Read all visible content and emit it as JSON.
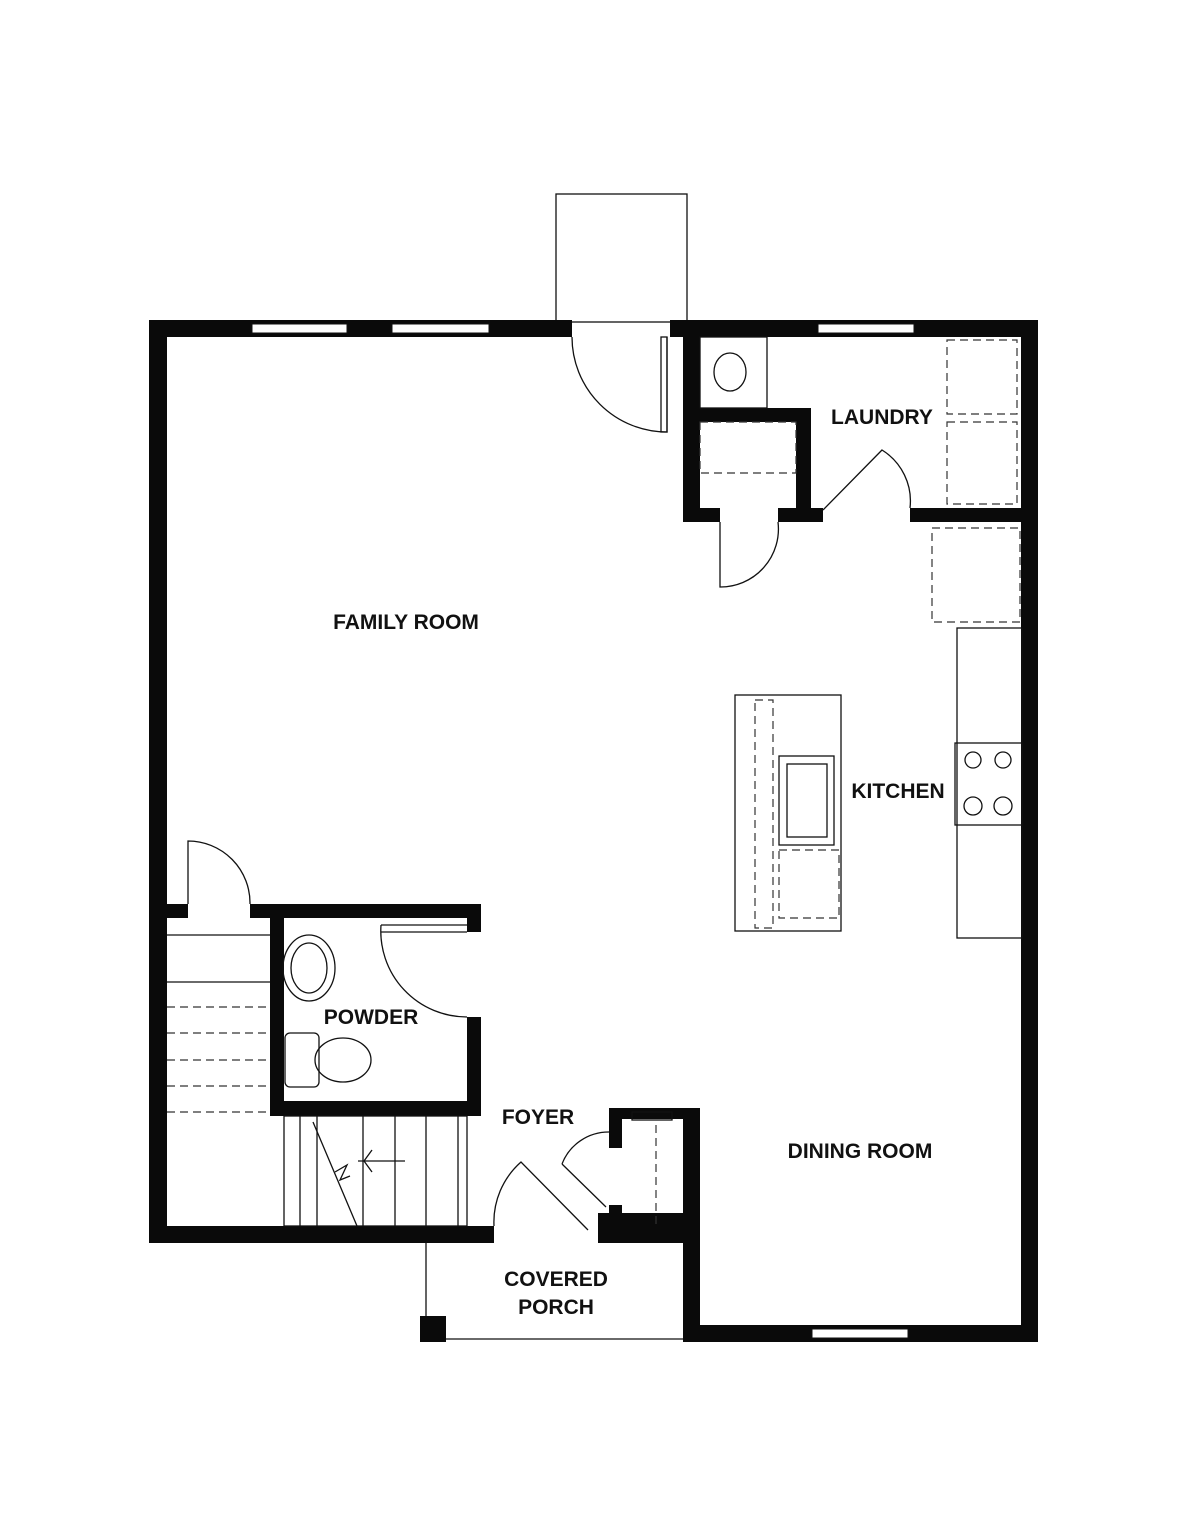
{
  "rooms": {
    "family_room": "FAMILY ROOM",
    "laundry": "LAUNDRY",
    "kitchen": "KITCHEN",
    "powder": "POWDER",
    "foyer": "FOYER",
    "dining_room": "DINING ROOM",
    "covered_porch_line1": "COVERED",
    "covered_porch_line2": "PORCH"
  }
}
